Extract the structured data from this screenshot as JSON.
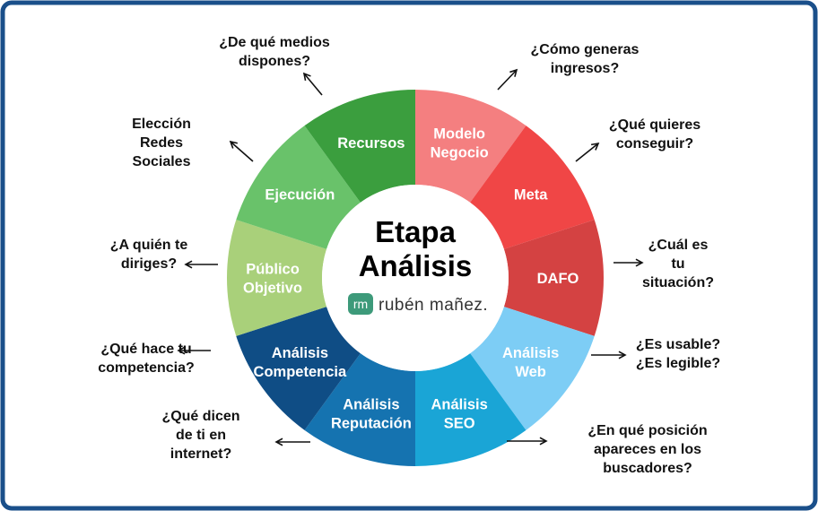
{
  "center": {
    "title_line1": "Etapa",
    "title_line2": "Análisis",
    "logo_mark": "rm",
    "logo_text": "rubén mañez."
  },
  "segments": [
    {
      "lines": [
        "Modelo",
        "Negocio"
      ],
      "color": "#f47f80"
    },
    {
      "lines": [
        "Meta"
      ],
      "color": "#f04646"
    },
    {
      "lines": [
        "DAFO"
      ],
      "color": "#d44242"
    },
    {
      "lines": [
        "Análisis",
        "Web"
      ],
      "color": "#7dcdf5"
    },
    {
      "lines": [
        "Análisis",
        "SEO"
      ],
      "color": "#1aa5d6"
    },
    {
      "lines": [
        "Análisis",
        "Reputación"
      ],
      "color": "#1573b0"
    },
    {
      "lines": [
        "Análisis",
        "Competencia"
      ],
      "color": "#0f4d85"
    },
    {
      "lines": [
        "Público",
        "Objetivo"
      ],
      "color": "#a9d07a"
    },
    {
      "lines": [
        "Ejecución"
      ],
      "color": "#69c26a"
    },
    {
      "lines": [
        "Recursos"
      ],
      "color": "#3b9e3e"
    }
  ],
  "questions": [
    {
      "lines": [
        "¿Cómo generas",
        "ingresos?"
      ]
    },
    {
      "lines": [
        "¿Qué quieres",
        "conseguir?"
      ]
    },
    {
      "lines": [
        "¿Cuál es",
        "tu",
        "situación?"
      ]
    },
    {
      "lines": [
        "¿Es usable?",
        "¿Es legible?"
      ]
    },
    {
      "lines": [
        "¿En qué posición",
        "apareces en los",
        "buscadores?"
      ]
    },
    {
      "lines": [
        "¿Qué dicen",
        "de ti en",
        "internet?"
      ]
    },
    {
      "lines": [
        "¿Qué hace tu",
        "competencia?"
      ]
    },
    {
      "lines": [
        "¿A quién te",
        "diriges?"
      ]
    },
    {
      "lines": [
        "Elección",
        "Redes",
        "Sociales"
      ]
    },
    {
      "lines": [
        "¿De qué medios",
        "dispones?"
      ]
    }
  ],
  "colors": {
    "frame": "#1a4f8a",
    "logo_green": "#3d9a7a"
  }
}
